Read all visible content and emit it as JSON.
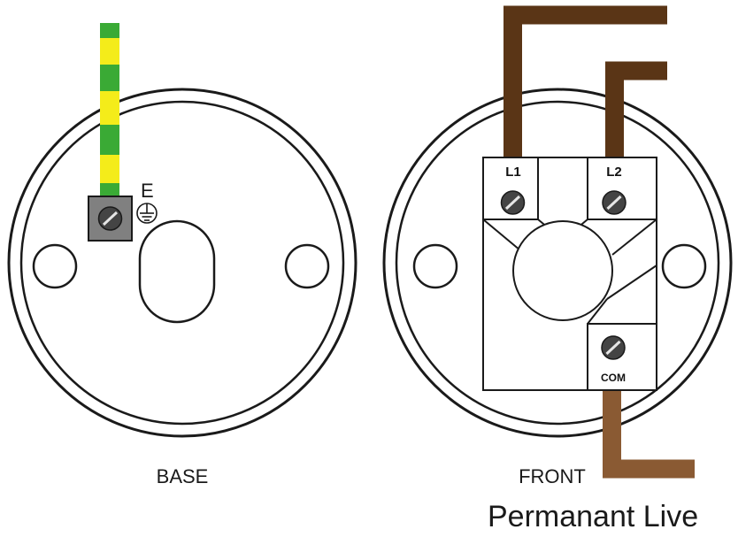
{
  "base": {
    "caption": "BASE",
    "earth_letter": "E"
  },
  "front": {
    "caption": "FRONT",
    "terminals": {
      "l1": "L1",
      "l2": "L2",
      "com": "COM"
    }
  },
  "note": "Permanant Live",
  "colors": {
    "outline": "#1a1a1a",
    "earth_green": "#3aaa35",
    "earth_yellow": "#f4ec1a",
    "brown_dark": "#5a3516",
    "brown_light": "#8a5a33",
    "terminal_box": "#808080",
    "screw": "#444444"
  }
}
